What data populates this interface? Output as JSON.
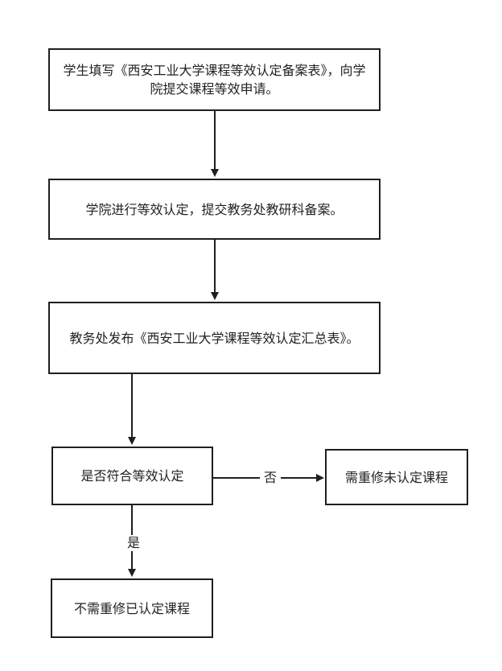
{
  "nodes": {
    "step1": "学生填写《西安工业大学课程等效认定备案表》，向学院提交课程等效申请。",
    "step2": "学院进行等效认定，提交教务处教研科备案。",
    "step3": "教务处发布《西安工业大学课程等效认定汇总表》。",
    "decision": "是否符合等效认定",
    "no_result": "需重修未认定课程",
    "yes_result": "不需重修已认定课程"
  },
  "edge_labels": {
    "no": "否",
    "yes": "是"
  },
  "colors": {
    "stroke": "#1f1f1f",
    "background": "#ffffff"
  }
}
